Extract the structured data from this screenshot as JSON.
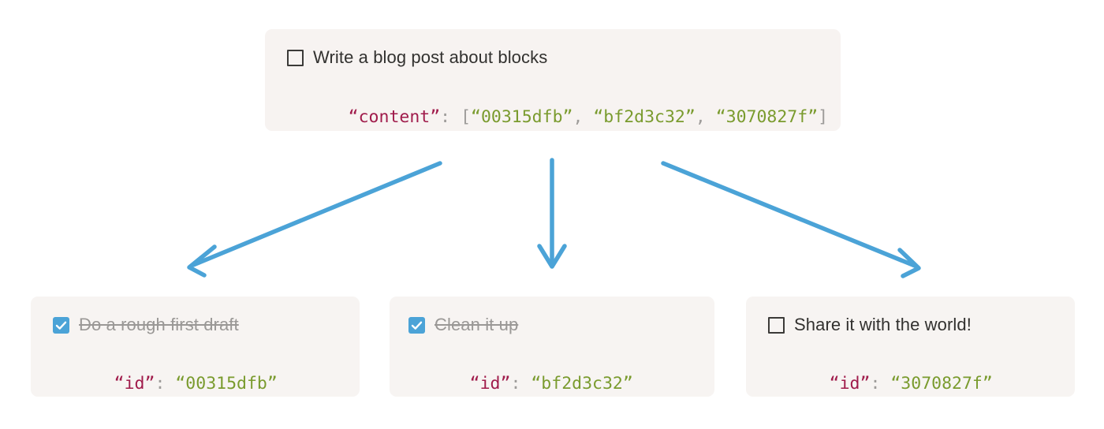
{
  "theme": {
    "card_bg": "#f7f3f1",
    "arrow_color": "#4ba3d7",
    "checkbox_checked_bg": "#4ba3d7",
    "checkbox_unchecked_border": "#3b3a38",
    "text_color": "#32312f",
    "text_done_color": "#9a9896",
    "json_key_color": "#a01b4b",
    "json_string_color": "#7a9b2e",
    "json_punct_color": "#9e9c9a",
    "page_bg": "#ffffff"
  },
  "parent_block": {
    "checkbox_state": "unchecked",
    "checkbox_icon": "checkbox-empty-icon",
    "task_label": "Write a blog post about blocks",
    "json": {
      "key": "“content”",
      "colon": ":",
      "open_bracket": " [",
      "values": [
        "“00315dfb”",
        "“bf2d3c32”",
        "“3070827f”"
      ],
      "separator": ", ",
      "close_bracket": "]",
      "full_text": "“content”: [“00315dfb”, “bf2d3c32”, “3070827f”]"
    }
  },
  "child_blocks": [
    {
      "checkbox_state": "checked",
      "checkbox_icon": "checkbox-checked-icon",
      "task_label": "Do a rough first draft",
      "completed": true,
      "json": {
        "key": "“id”",
        "colon": ":",
        "value": "“00315dfb”",
        "full_text": "“id”: “00315dfb”"
      }
    },
    {
      "checkbox_state": "checked",
      "checkbox_icon": "checkbox-checked-icon",
      "task_label": "Clean it up",
      "completed": true,
      "json": {
        "key": "“id”",
        "colon": ":",
        "value": "“bf2d3c32”",
        "full_text": "“id”: “bf2d3c32”"
      }
    },
    {
      "checkbox_state": "unchecked",
      "checkbox_icon": "checkbox-empty-icon",
      "task_label": "Share it with the world!",
      "completed": false,
      "json": {
        "key": "“id”",
        "colon": ":",
        "value": "“3070827f”",
        "full_text": "“id”: “3070827f”"
      }
    }
  ],
  "arrows": [
    {
      "name": "arrow-to-first-child",
      "direction": "down-left"
    },
    {
      "name": "arrow-to-second-child",
      "direction": "down"
    },
    {
      "name": "arrow-to-third-child",
      "direction": "down-right"
    }
  ]
}
